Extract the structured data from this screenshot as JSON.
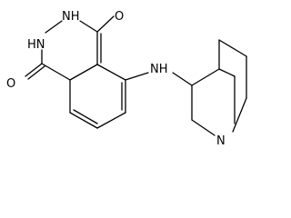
{
  "molecule": {
    "atoms": {
      "o_top": "O",
      "nh_top": "NH",
      "hn_left": "HN",
      "o_bottom": "O",
      "nh_amine": "NH",
      "n_bridge": "N"
    }
  },
  "colors": {
    "bond": "#000000",
    "label": "#000000",
    "background": "#ffffff"
  }
}
